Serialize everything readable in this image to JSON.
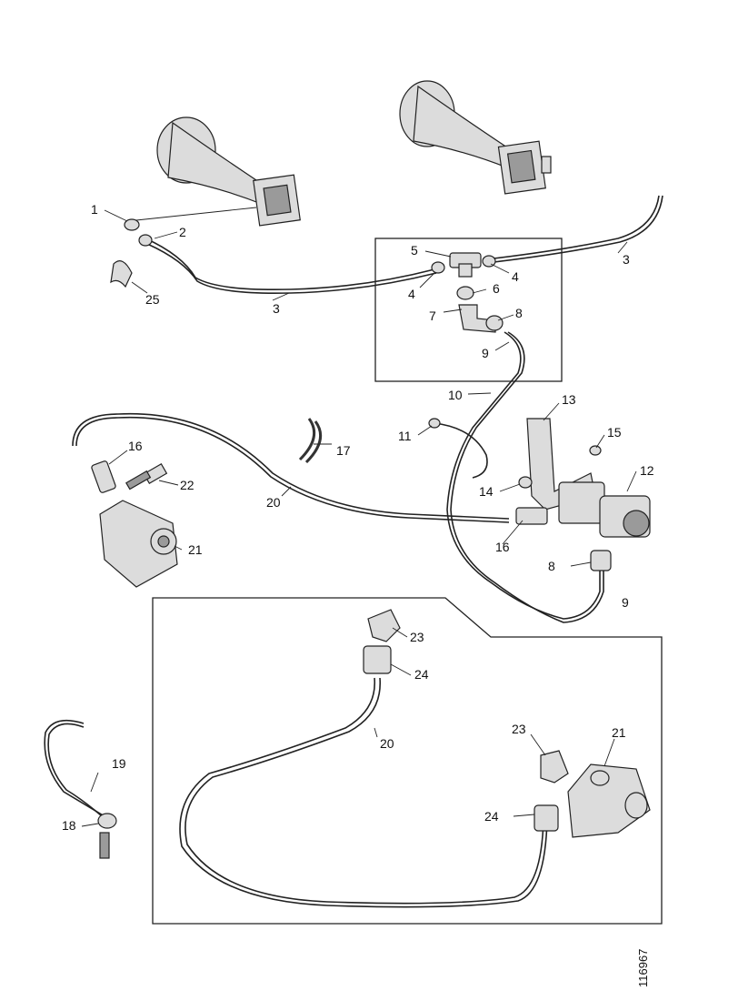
{
  "drawing": {
    "doc_id": "116967"
  },
  "labels": [
    {
      "id": "l1",
      "text": "1"
    },
    {
      "id": "l2",
      "text": "2"
    },
    {
      "id": "l3a",
      "text": "3"
    },
    {
      "id": "l3b",
      "text": "3"
    },
    {
      "id": "l4a",
      "text": "4"
    },
    {
      "id": "l4b",
      "text": "4"
    },
    {
      "id": "l5",
      "text": "5"
    },
    {
      "id": "l6",
      "text": "6"
    },
    {
      "id": "l7",
      "text": "7"
    },
    {
      "id": "l8a",
      "text": "8"
    },
    {
      "id": "l8b",
      "text": "8"
    },
    {
      "id": "l9a",
      "text": "9"
    },
    {
      "id": "l9b",
      "text": "9"
    },
    {
      "id": "l10",
      "text": "10"
    },
    {
      "id": "l11",
      "text": "11"
    },
    {
      "id": "l12",
      "text": "12"
    },
    {
      "id": "l13",
      "text": "13"
    },
    {
      "id": "l14",
      "text": "14"
    },
    {
      "id": "l15",
      "text": "15"
    },
    {
      "id": "l16a",
      "text": "16"
    },
    {
      "id": "l16b",
      "text": "16"
    },
    {
      "id": "l17",
      "text": "17"
    },
    {
      "id": "l18",
      "text": "18"
    },
    {
      "id": "l19",
      "text": "19"
    },
    {
      "id": "l20a",
      "text": "20"
    },
    {
      "id": "l20b",
      "text": "20"
    },
    {
      "id": "l21a",
      "text": "21"
    },
    {
      "id": "l21b",
      "text": "21"
    },
    {
      "id": "l22",
      "text": "22"
    },
    {
      "id": "l23a",
      "text": "23"
    },
    {
      "id": "l23b",
      "text": "23"
    },
    {
      "id": "l24a",
      "text": "24"
    },
    {
      "id": "l24b",
      "text": "24"
    },
    {
      "id": "l25",
      "text": "25"
    }
  ]
}
